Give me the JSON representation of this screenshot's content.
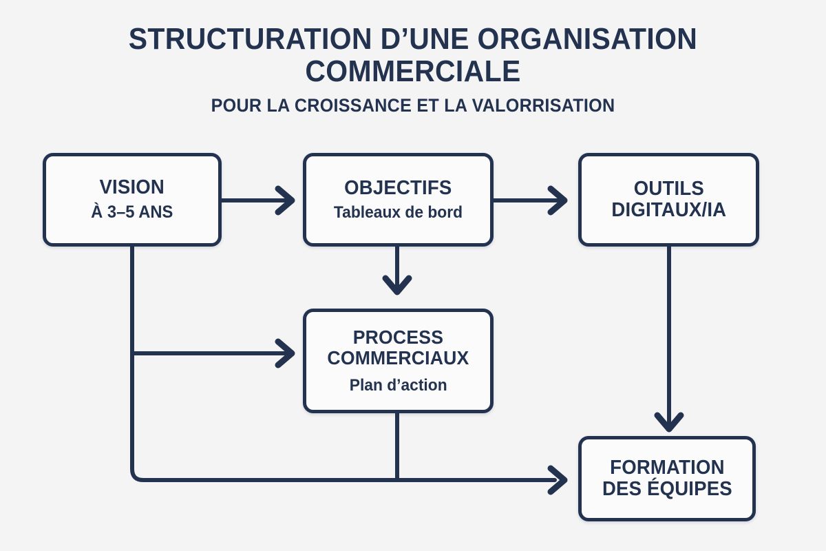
{
  "heading": {
    "title_line1": "STRUCTURATION D’UNE ORGANISATION",
    "title_line2": "COMMERCIALE",
    "subtitle": "POUR LA CROISSANCE ET LA VALORRISATION"
  },
  "colors": {
    "ink": "#22324f",
    "background": "#f4f4f5",
    "box_fill": "#fbfbfc"
  },
  "nodes": [
    {
      "id": "vision",
      "head": "VISION",
      "sub": "À 3–5 ANS"
    },
    {
      "id": "objectifs",
      "head": "OBJECTIFS",
      "sub": "Tableaux de bord"
    },
    {
      "id": "outils",
      "head_line1": "OUTILS",
      "head_line2": "DIGITAUX/IA"
    },
    {
      "id": "process",
      "head_line1": "PROCESS",
      "head_line2": "COMMERCIAUX",
      "sub": "Plan d’action"
    },
    {
      "id": "formation",
      "head_line1": "FORMATION",
      "head_line2": "DES ÉQUIPES"
    }
  ],
  "connections": [
    {
      "from": "vision",
      "to": "objectifs",
      "kind": "arrow-right"
    },
    {
      "from": "objectifs",
      "to": "outils",
      "kind": "arrow-right"
    },
    {
      "from": "objectifs",
      "to": "process",
      "kind": "arrow-down"
    },
    {
      "from": "vision",
      "to": "process",
      "kind": "elbow-arrow-right"
    },
    {
      "from": "vision",
      "to": "formation",
      "kind": "elbow-arrow-right"
    },
    {
      "from": "outils",
      "to": "formation",
      "kind": "arrow-down"
    },
    {
      "from": "process",
      "to": "formation",
      "kind": "drop-join"
    }
  ]
}
